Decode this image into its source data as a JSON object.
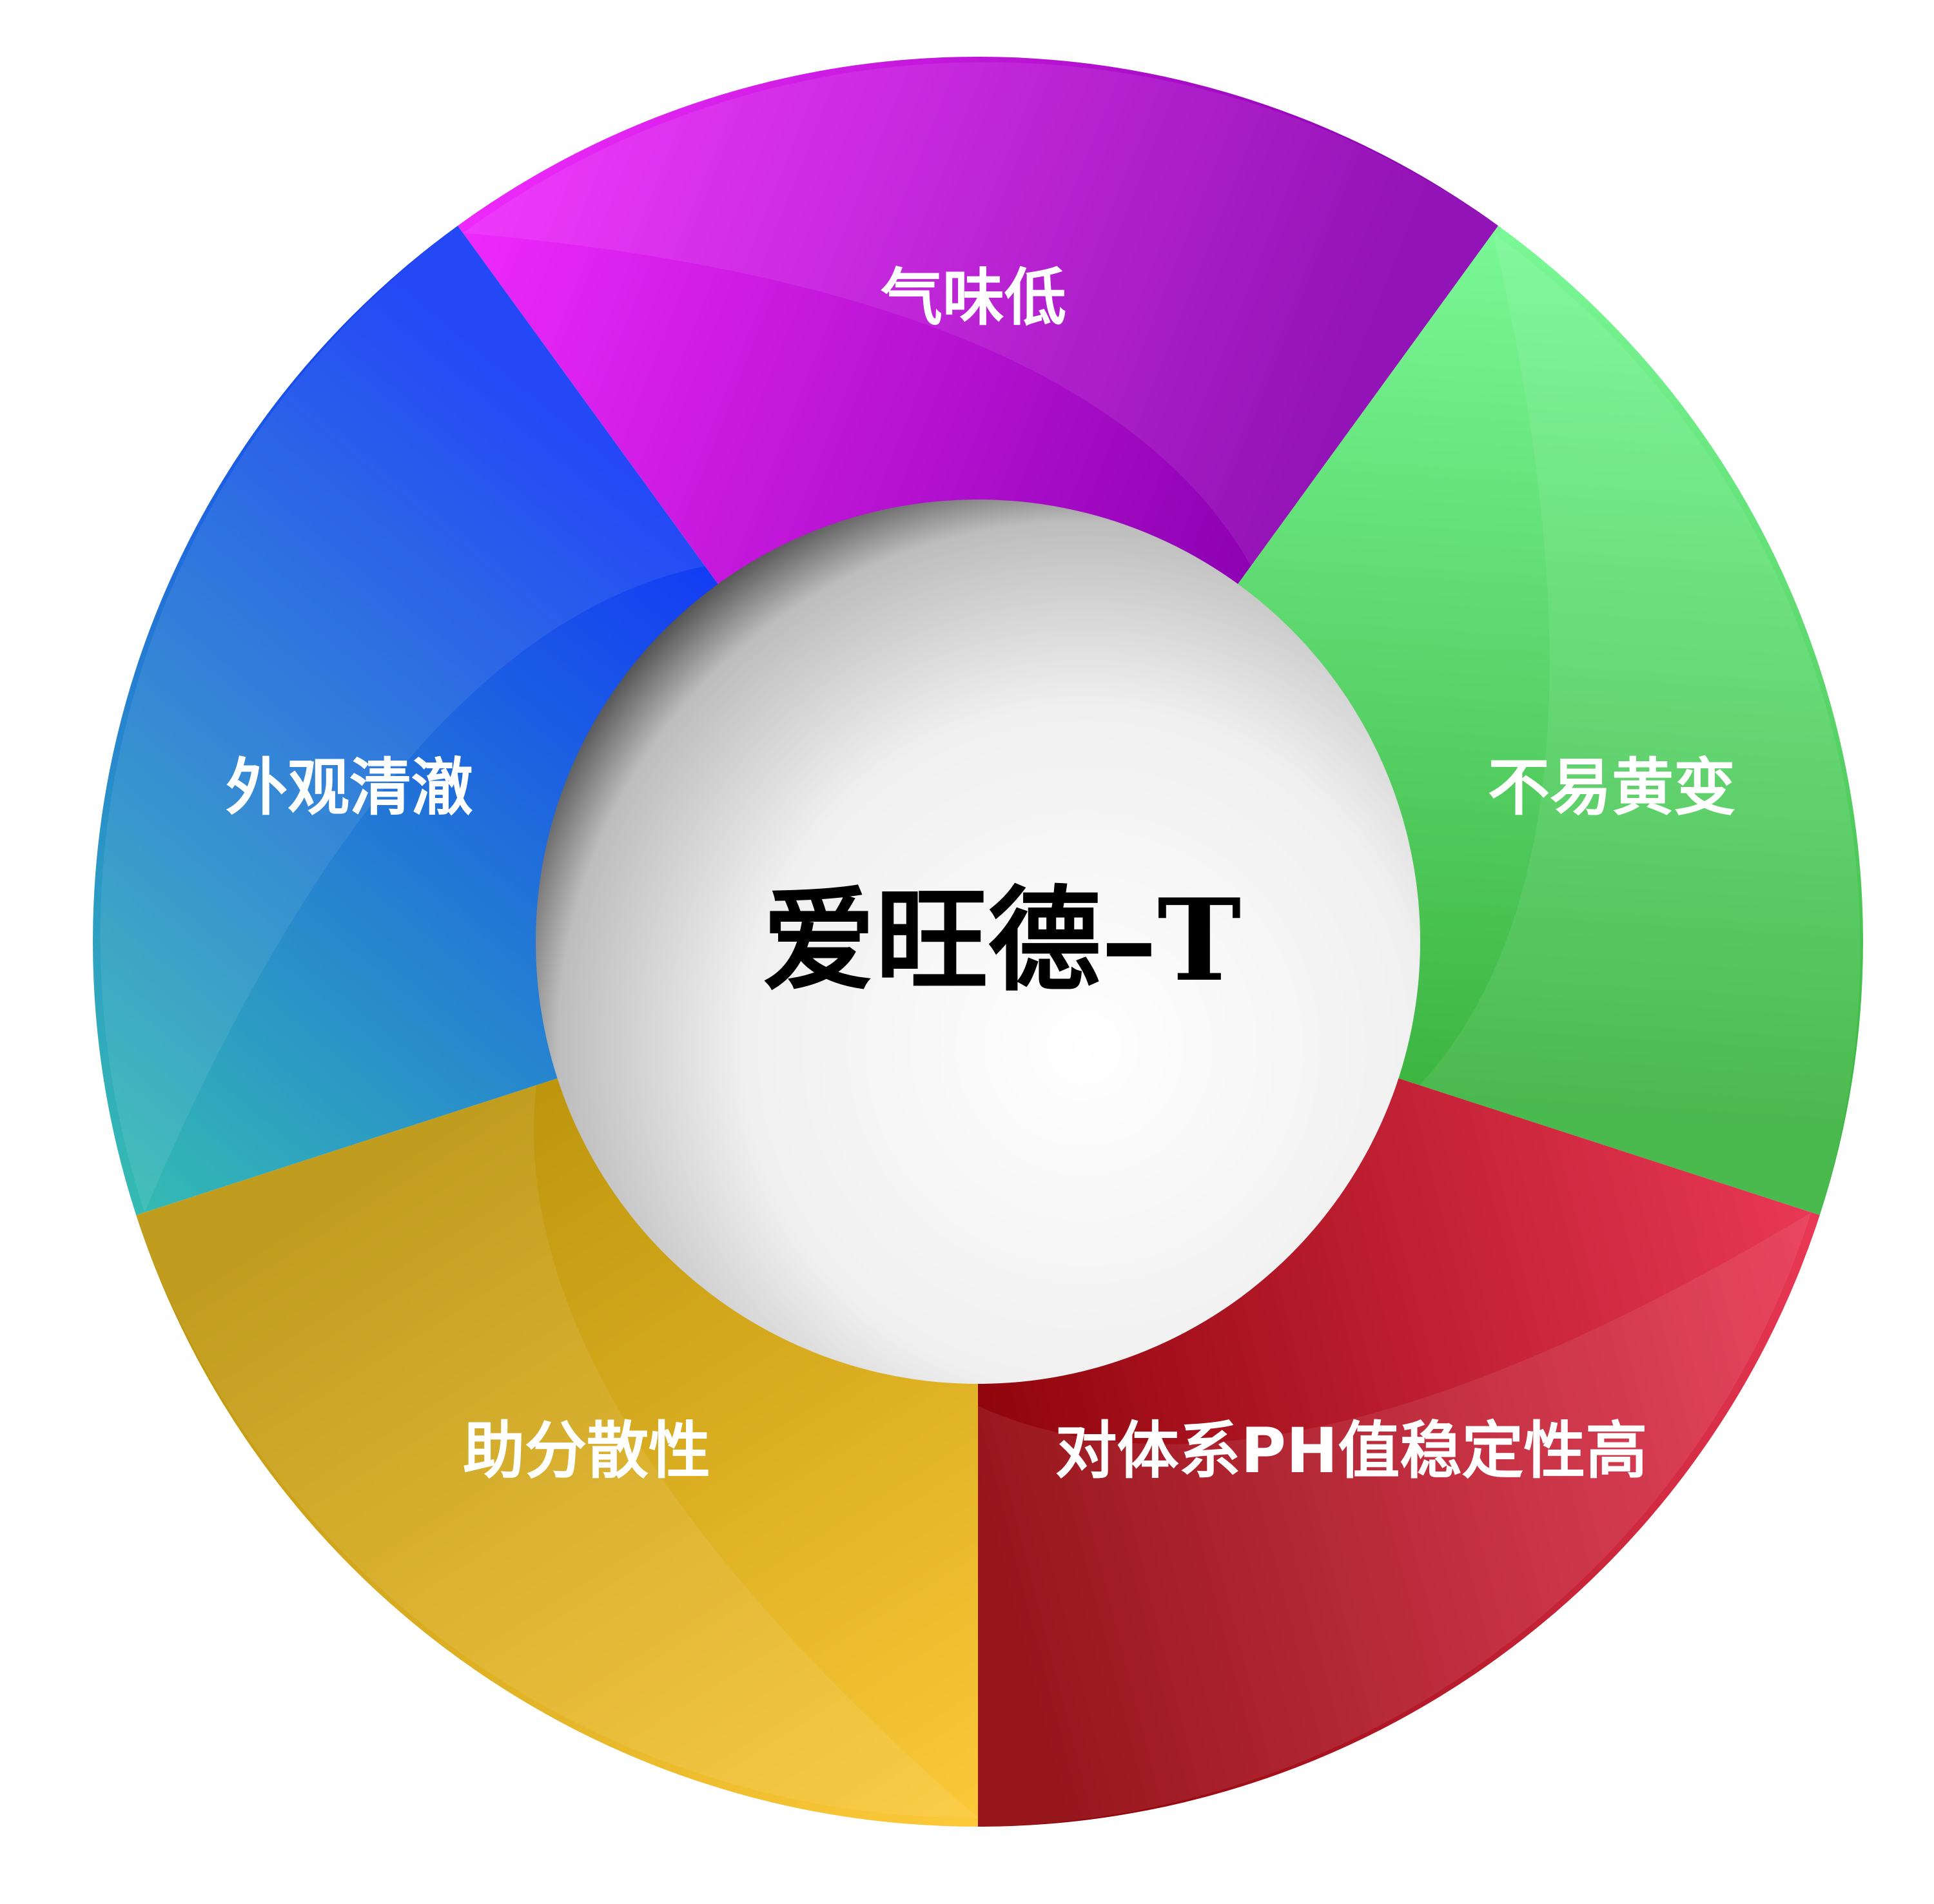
{
  "title": "爱旺德–T",
  "segments": [
    {
      "label": "气味低",
      "color_light": "#f22bff",
      "color_dark": "#8a00b0"
    },
    {
      "label": "不易黄变",
      "color_light": "#7dfb9a",
      "color_dark": "#3bb33f"
    },
    {
      "label": "对体系PH值稳定性高",
      "color_light": "#ec3a58",
      "color_dark": "#8e0309"
    },
    {
      "label": "助分散性",
      "color_light": "#fecb3a",
      "color_dark": "#bb940c"
    },
    {
      "label": "外观清澈",
      "color_light": "#36c0b0",
      "color_dark": "#1239f6"
    }
  ]
}
